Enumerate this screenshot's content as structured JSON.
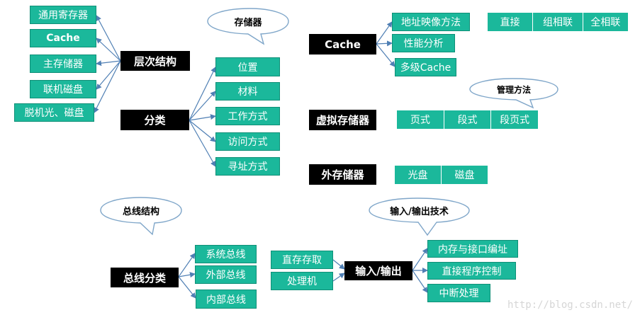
{
  "colors": {
    "teal": "#1bb89b",
    "black": "#000000",
    "bubble_fill": "#ffffff",
    "bubble_border": "#7fa6c9",
    "arrow": "#4f7fb4"
  },
  "hierarchy": {
    "label": "层次结构",
    "items": [
      "通用寄存器",
      "Cache",
      "主存储器",
      "联机磁盘",
      "脱机光、磁盘"
    ]
  },
  "classify": {
    "label": "分类",
    "items": [
      "位置",
      "材料",
      "工作方式",
      "访问方式",
      "寻址方式"
    ]
  },
  "storage_bubble": "存储器",
  "cache": {
    "label": "Cache",
    "items": [
      "地址映像方法",
      "性能分析",
      "多级Cache"
    ],
    "mapping": [
      "直接",
      "组相联",
      "全相联"
    ]
  },
  "management_bubble": "管理方法",
  "virtual": {
    "label": "虚拟存储器",
    "items": [
      "页式",
      "段式",
      "段页式"
    ]
  },
  "external": {
    "label": "外存储器",
    "items": [
      "光盘",
      "磁盘"
    ]
  },
  "bus_bubble": "总线结构",
  "bus": {
    "label": "总线分类",
    "items": [
      "系统总线",
      "外部总线",
      "内部总线"
    ]
  },
  "io_bubble": "输入/输出技术",
  "io": {
    "label": "输入/输出",
    "left_items": [
      "直存存取",
      "处理机"
    ],
    "right_items": [
      "内存与接口编址",
      "直接程序控制",
      "中断处理"
    ]
  },
  "watermark": "http://blog.csdn.net/"
}
